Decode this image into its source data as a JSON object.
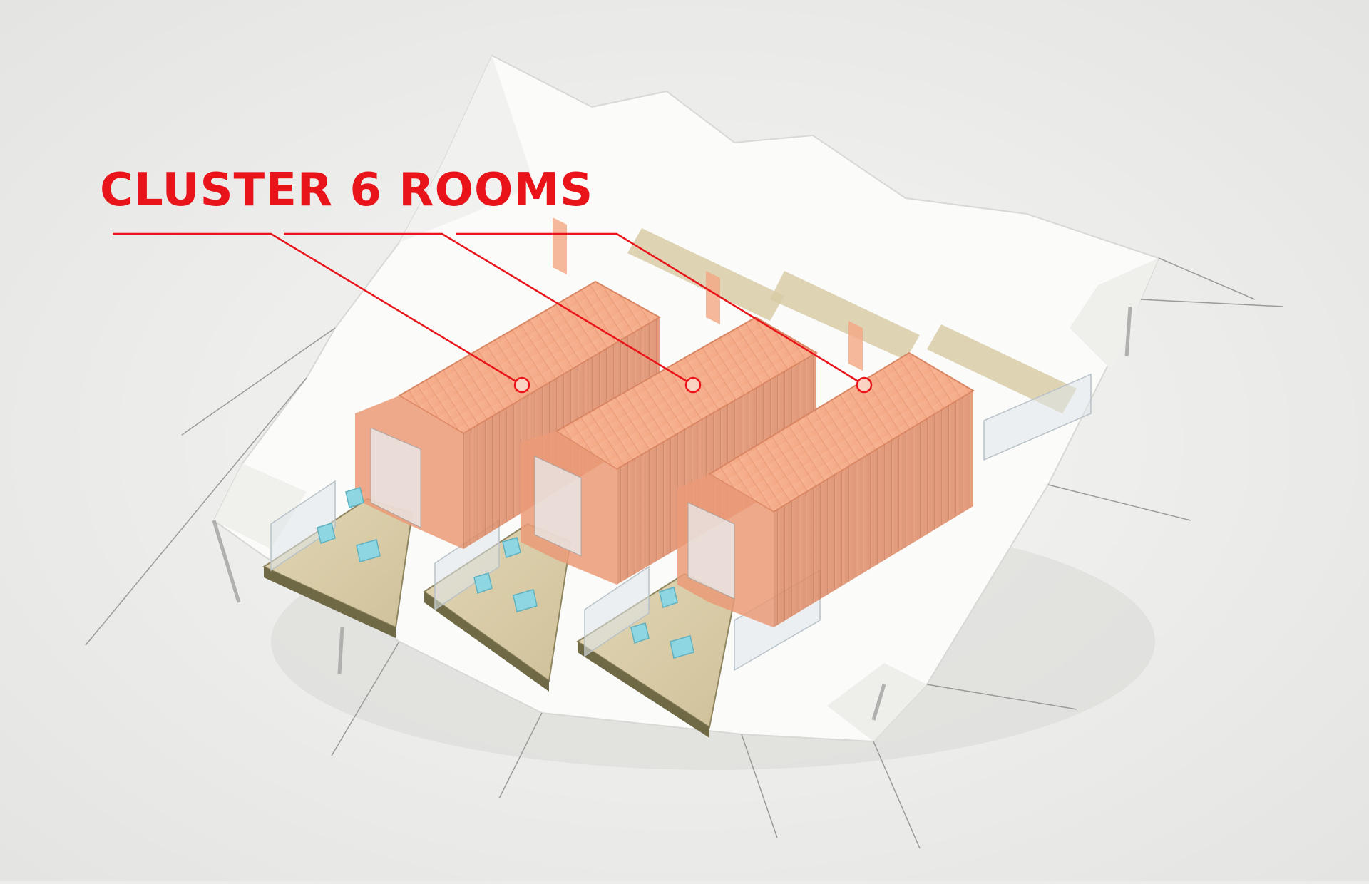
{
  "title": "CLUSTER 6 ROOMS",
  "colors": {
    "accent": "#e8141a",
    "background": "#ececeb",
    "canopy": "#fbfbfa",
    "container": "#f2a07e",
    "deck": "#cdbf98",
    "chair": "#8fd6e3"
  },
  "diagram": {
    "containers": 3,
    "rooms": 6,
    "callouts": 3
  }
}
